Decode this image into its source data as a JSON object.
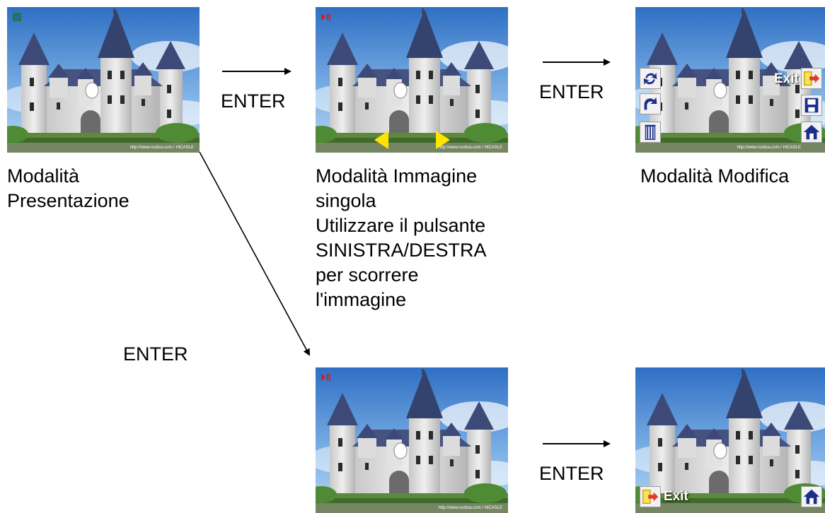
{
  "transitions": {
    "enter_1": "ENTER",
    "enter_2": "ENTER",
    "enter_3": "ENTER",
    "enter_4": "ENTER"
  },
  "captions": {
    "slideshow": [
      "Modalità",
      "Presentazione"
    ],
    "single_image": [
      "Modalità Immagine",
      "singola",
      "Utilizzare il pulsante",
      "SINISTRA/DESTRA",
      "per scorrere",
      "l'immagine"
    ],
    "edit": [
      "Modalità Modifica"
    ]
  },
  "edit_menu": {
    "exit_label": "Exit"
  },
  "exit_menu": {
    "exit_label": "Exit"
  },
  "watermark": "http://www.rustica.com / HiCASLE",
  "colors": {
    "play_indicator": "#1f7a4a",
    "pause_indicator": "#d62020",
    "nav_arrow": "#ffe400",
    "icon_blue": "#1a2e8c",
    "sky": "#3d7fd0"
  },
  "icons": [
    "play-indicator",
    "pause-indicator",
    "left-arrow",
    "right-arrow",
    "rotate-cw-icon",
    "rotate-ccw-icon",
    "delete-icon",
    "exit-icon",
    "save-icon",
    "home-icon"
  ]
}
